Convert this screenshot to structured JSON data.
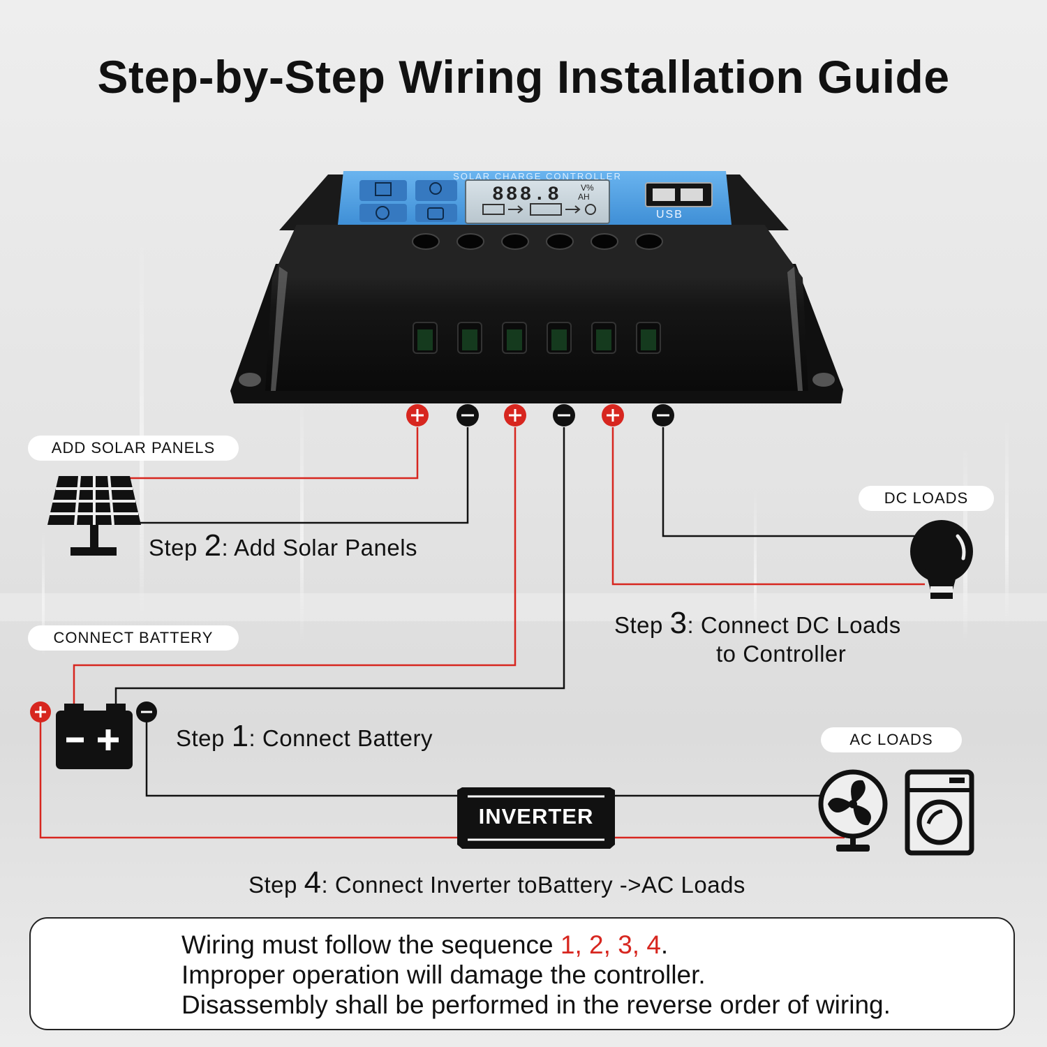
{
  "title": "Step-by-Step Wiring Installation Guide",
  "controller": {
    "face_label": "SOLAR CHARGE CONTROLLER",
    "lcd_digits": "888.8",
    "lcd_unit_top": "V%",
    "lcd_unit_bottom": "AH",
    "usb_label": "USB"
  },
  "labels": {
    "add_solar_panels": "ADD SOLAR PANELS",
    "connect_battery": "CONNECT BATTERY",
    "dc_loads": "DC LOADS",
    "ac_loads": "AC LOADS",
    "inverter": "INVERTER"
  },
  "steps": {
    "step2": {
      "prefix": "Step ",
      "num": "2",
      "text": ": Add Solar Panels"
    },
    "step3": {
      "prefix": "Step ",
      "num": "3",
      "text": ": Connect DC Loads",
      "line2": "to Controller"
    },
    "step1": {
      "prefix": "Step ",
      "num": "1",
      "text": ": Connect Battery"
    },
    "step4": {
      "prefix": "Step ",
      "num": "4",
      "text": ": Connect Inverter toBattery ->AC Loads"
    }
  },
  "warning": {
    "line1_prefix": "Wiring must follow the sequence ",
    "line1_sequence": "1, 2, 3, 4",
    "line1_suffix": ".",
    "line2": "Improper operation will damage the controller.",
    "line3": "Disassembly shall be performed in the reverse order of wiring."
  },
  "colors": {
    "positive": "#d7261f",
    "negative": "#111111",
    "controller_face": "#4f9fe0"
  },
  "icons": [
    "solar-panel-icon",
    "battery-icon",
    "light-bulb-icon",
    "fan-icon",
    "washing-machine-icon",
    "warning-icon",
    "plus-icon",
    "minus-icon"
  ]
}
